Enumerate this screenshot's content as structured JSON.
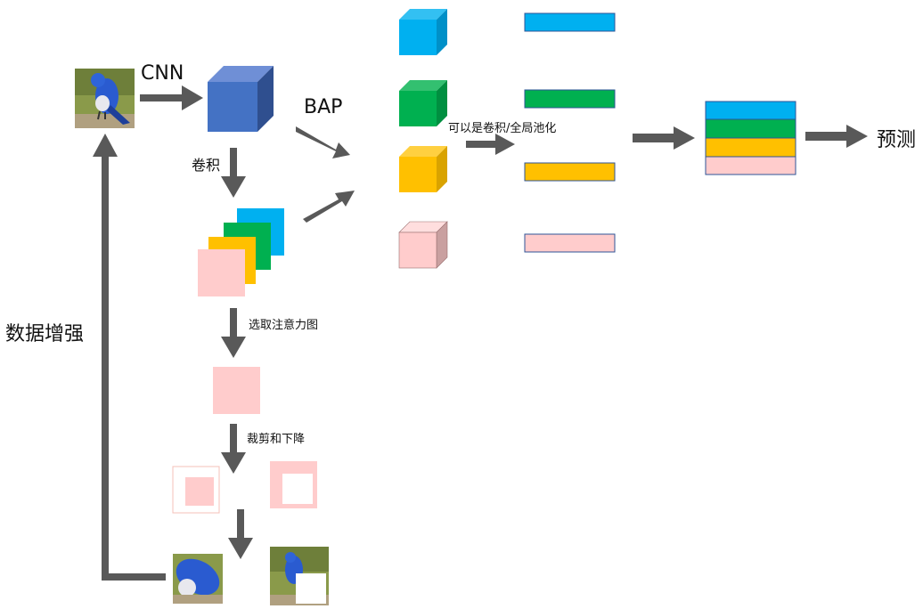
{
  "labels": {
    "cnn": "CNN",
    "bap": "BAP",
    "conv": "卷积",
    "select": "选取注意力图",
    "crop_drop": "裁剪和下降",
    "conv_or_gap": "可以是卷积/全局池化",
    "predict": "预测",
    "augment": "数据增强"
  },
  "colors": {
    "blue": "#00b0f0",
    "green": "#00b050",
    "yellow": "#ffc000",
    "pink": "#ffcccc",
    "cube_blue": "#4472c4",
    "arrow": "#595959"
  },
  "icons": {
    "bird": "bluebird-photo"
  }
}
